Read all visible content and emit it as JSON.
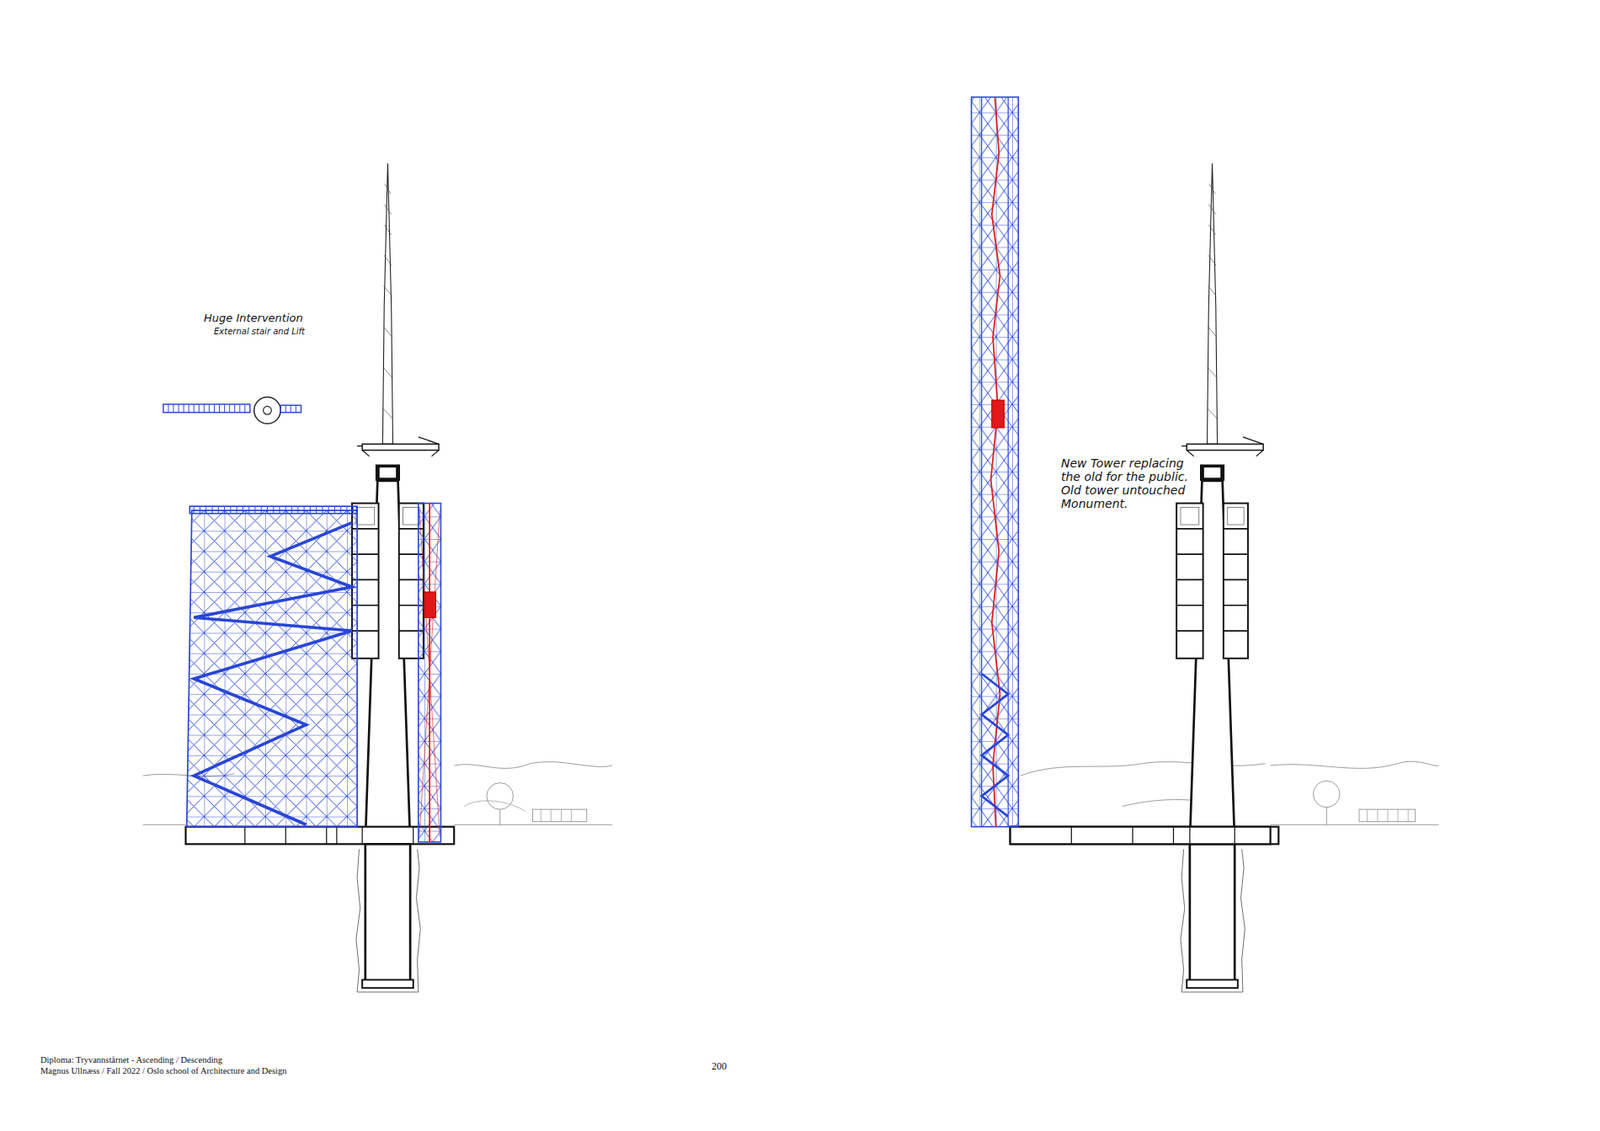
{
  "diagram": {
    "labels": [
      "Huge Intervention",
      "External stair and Lift",
      "New Tower replacing the old for the public. Old tower untouched Monument.",
      "Diploma: Tryvannstårnet - Ascending / Descending",
      "Magnus Ullnæss / Fall 2022 / Oslo school of Architecture and Design",
      "200"
    ]
  }
}
